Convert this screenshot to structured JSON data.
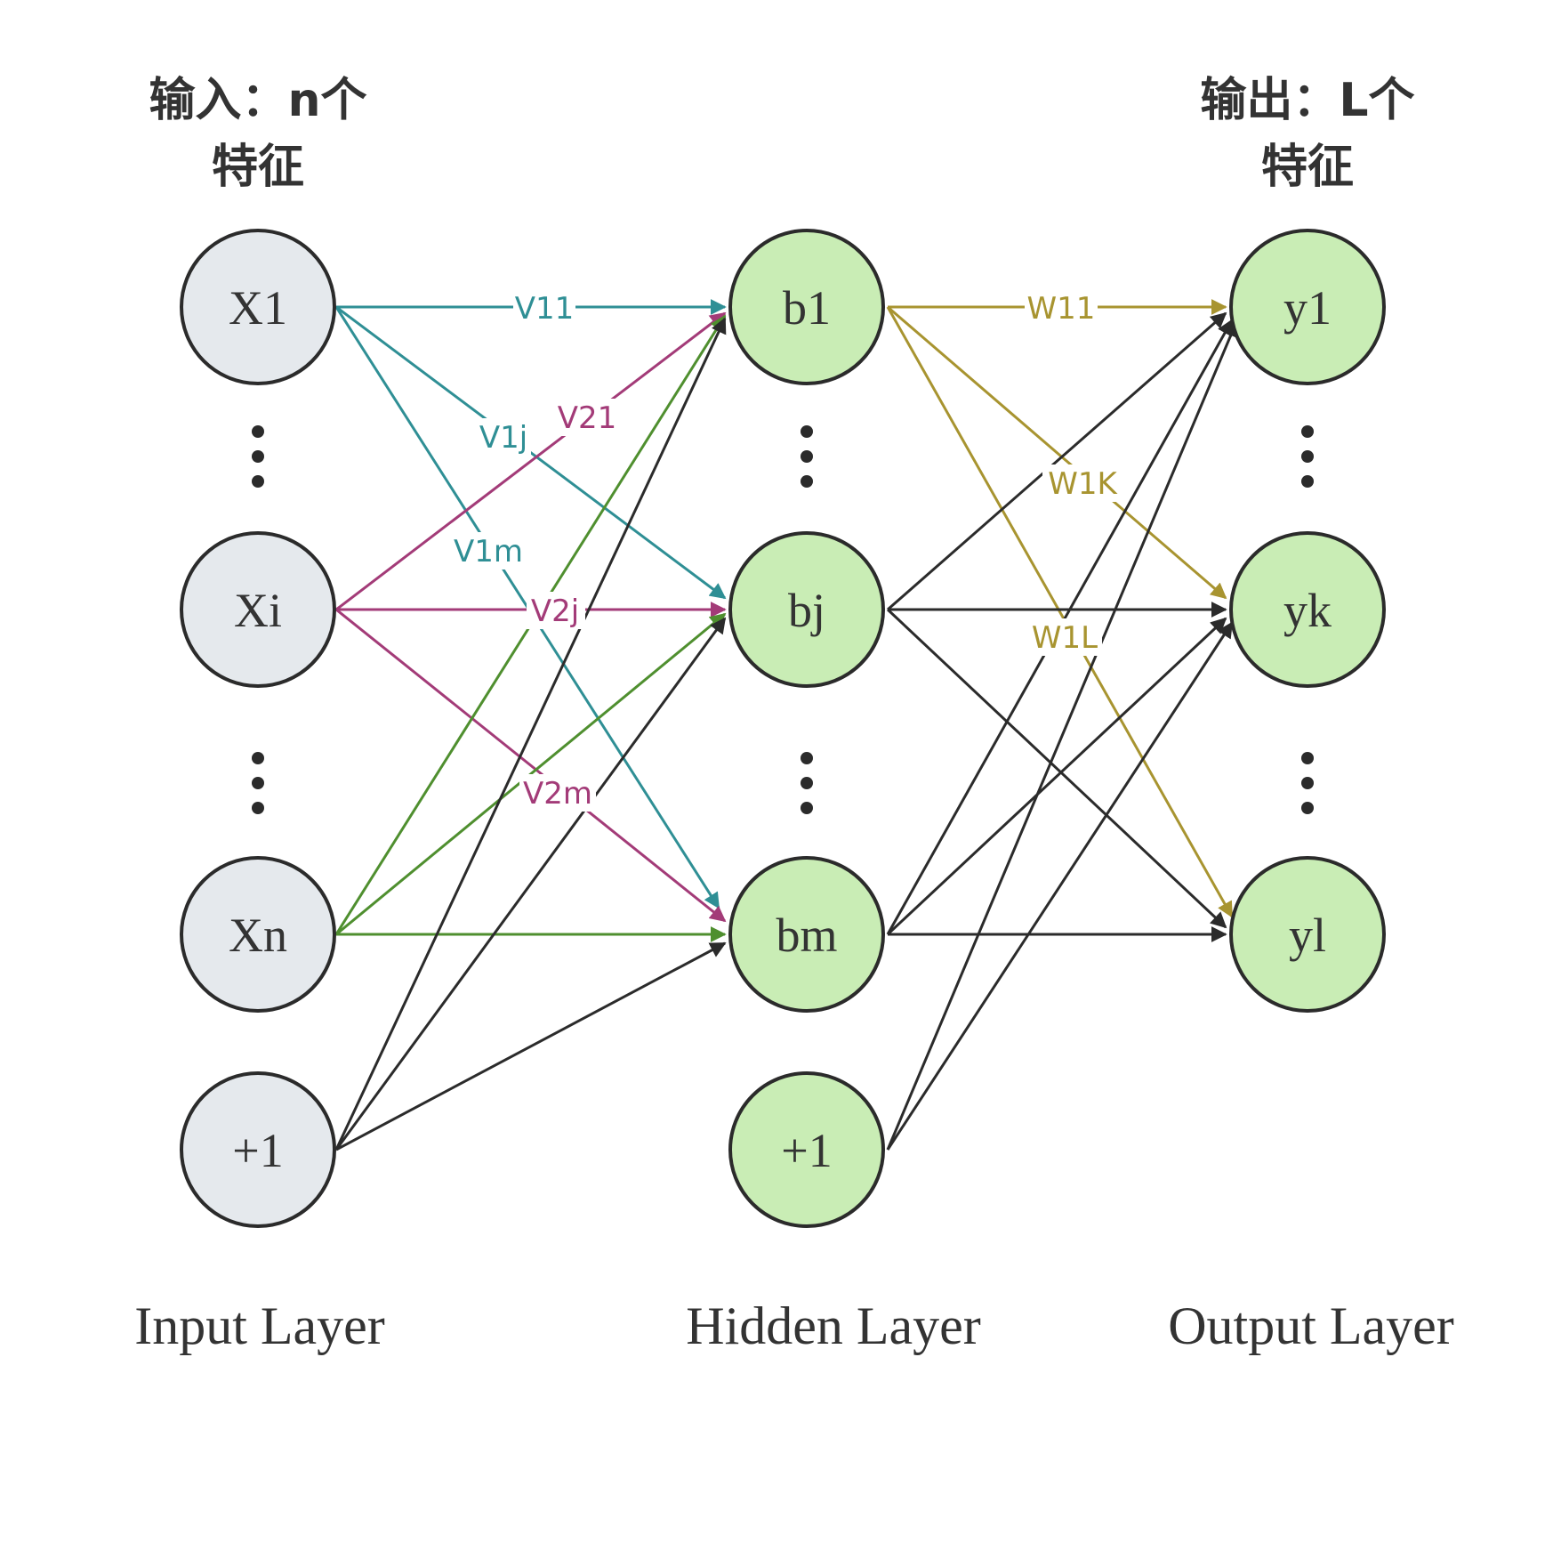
{
  "headers": {
    "input_line1": "输入：n个",
    "input_line2": "特征",
    "output_line1": "输出：L个",
    "output_line2": "特征"
  },
  "layers": {
    "input": "Input Layer",
    "hidden": "Hidden Layer",
    "output": "Output Layer"
  },
  "colors": {
    "input_fill": "#e5e9ed",
    "layer_fill": "#c9edb5",
    "stroke": "#2b2b2b",
    "teal": "#2f8f95",
    "magenta": "#a33b78",
    "green": "#4f8f2f",
    "gold": "#a89430",
    "black": "#2b2b2b"
  },
  "nodes": {
    "x1": "X1",
    "xi": "Xi",
    "xn": "Xn",
    "bias_in": "+1",
    "b1": "b1",
    "bj": "bj",
    "bm": "bm",
    "bias_hidden": "+1",
    "y1": "y1",
    "yk": "yk",
    "yl": "yl"
  },
  "edge_labels": {
    "v11": "V11",
    "v1j": "V1j",
    "v1m": "V1m",
    "v21": "V21",
    "v2j": "V2j",
    "v2m": "V2m",
    "w11": "W11",
    "w1k": "W1K",
    "w1l": "W1L"
  }
}
